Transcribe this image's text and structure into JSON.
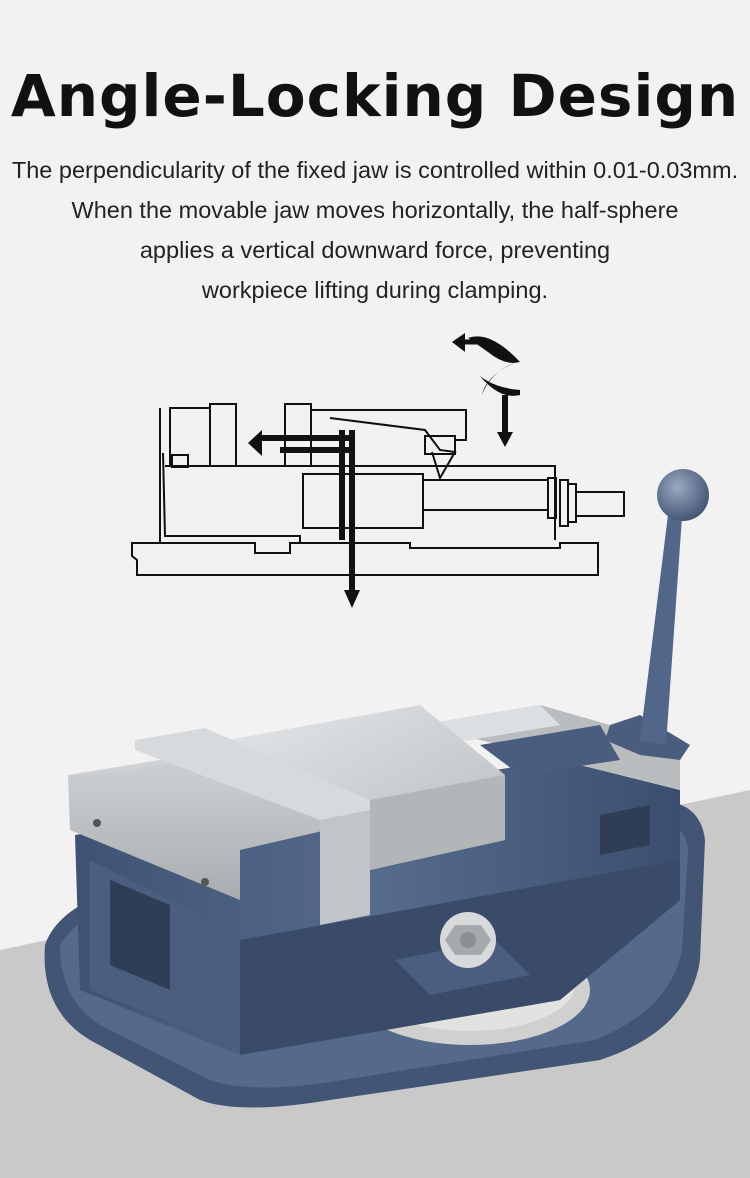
{
  "header": {
    "title": "Angle-Locking Design"
  },
  "description": {
    "lines": [
      "The perpendicularity of the fixed jaw is controlled within 0.01-0.03mm.",
      "When the movable jaw moves horizontally, the half-sphere",
      "applies a vertical downward force, preventing",
      "workpiece lifting during clamping."
    ]
  },
  "colors": {
    "background": "#f2f2f2",
    "floor": "#c9c9c9",
    "title": "#111111",
    "vise_body": "#4a5f80",
    "jaw_steel": "#cfd2d4"
  },
  "icons": {
    "diagram": "vise-cross-section-diagram",
    "photo": "angle-lock-vise-product"
  }
}
